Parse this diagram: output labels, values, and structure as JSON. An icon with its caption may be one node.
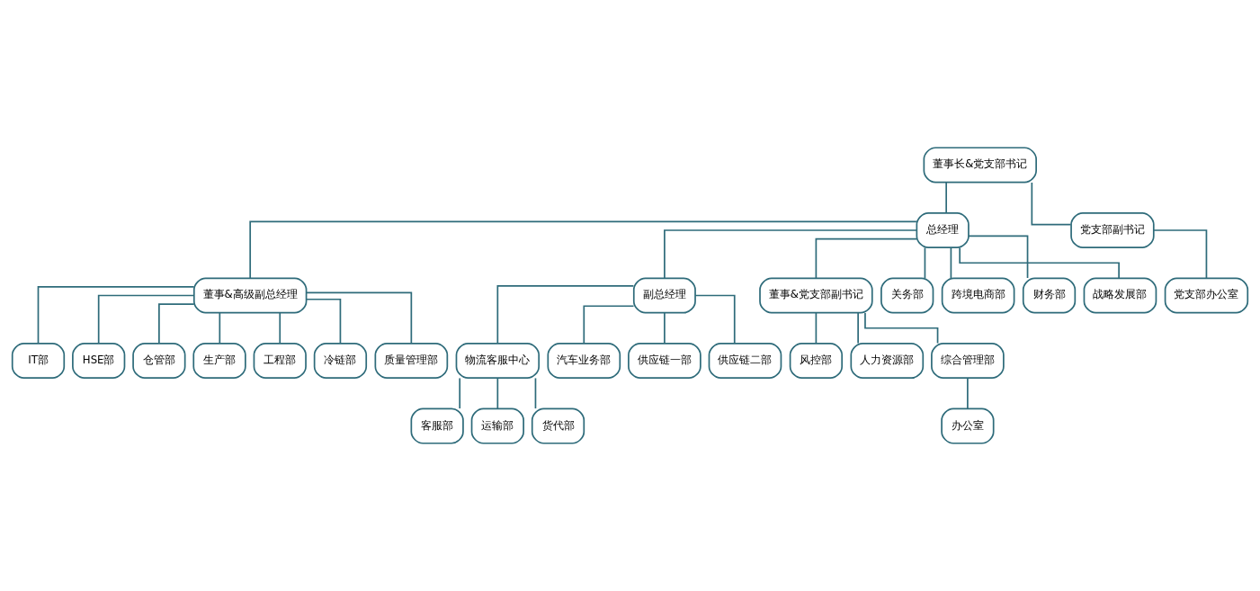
{
  "diagram": {
    "nodes": [
      {
        "text": [
          "董事长&党支部书记"
        ]
      },
      {
        "text": [
          "总经理"
        ]
      },
      {
        "text": [
          "董事&高级副总经理"
        ]
      },
      {
        "text": [
          "副总经理"
        ]
      },
      {
        "text": [
          "董事&党支部副书记"
        ]
      },
      {
        "text": [
          "党支部副书记"
        ]
      },
      {
        "text": [
          "IT部"
        ]
      },
      {
        "text": [
          "HSE部"
        ]
      },
      {
        "text": [
          "仓管部"
        ]
      },
      {
        "text": [
          "生产部"
        ]
      },
      {
        "text": [
          "工程部"
        ]
      },
      {
        "text": [
          "冷链部"
        ]
      },
      {
        "text": [
          "质量管理部"
        ]
      },
      {
        "text": [
          "物流客服中心"
        ]
      },
      {
        "text": [
          "汽车业务部"
        ]
      },
      {
        "text": [
          "供应链一部"
        ]
      },
      {
        "text": [
          "供应链二部"
        ]
      },
      {
        "text": [
          "风控部"
        ]
      },
      {
        "text": [
          "人力资源部"
        ]
      },
      {
        "text": [
          "综合管理部"
        ]
      },
      {
        "text": [
          "关务部"
        ]
      },
      {
        "text": [
          "跨境电商部"
        ]
      },
      {
        "text": [
          "财务部"
        ]
      },
      {
        "text": [
          "战略发展部"
        ]
      },
      {
        "text": [
          "党支部办公室"
        ]
      },
      {
        "text": [
          "客服部"
        ]
      },
      {
        "text": [
          "运输部"
        ]
      },
      {
        "text": [
          "货代部"
        ]
      },
      {
        "text": [
          "办公室"
        ]
      }
    ],
    "edges": [
      {
        "from": 0,
        "to": 1,
        "arrow": "none"
      },
      {
        "from": 0,
        "to": 5,
        "arrow": "none"
      },
      {
        "from": 1,
        "to": 2,
        "arrow": "none"
      },
      {
        "from": 1,
        "to": 3,
        "arrow": "none"
      },
      {
        "from": 1,
        "to": 4,
        "arrow": "none"
      },
      {
        "from": 1,
        "to": 20,
        "arrow": "none"
      },
      {
        "from": 1,
        "to": 21,
        "arrow": "none"
      },
      {
        "from": 1,
        "to": 22,
        "arrow": "none"
      },
      {
        "from": 1,
        "to": 23,
        "arrow": "none"
      },
      {
        "from": 2,
        "to": 6,
        "arrow": "none"
      },
      {
        "from": 2,
        "to": 7,
        "arrow": "none"
      },
      {
        "from": 2,
        "to": 8,
        "arrow": "none"
      },
      {
        "from": 2,
        "to": 9,
        "arrow": "none"
      },
      {
        "from": 2,
        "to": 10,
        "arrow": "none"
      },
      {
        "from": 2,
        "to": 11,
        "arrow": "none"
      },
      {
        "from": 2,
        "to": 12,
        "arrow": "none"
      },
      {
        "from": 3,
        "to": 13,
        "arrow": "none"
      },
      {
        "from": 3,
        "to": 14,
        "arrow": "none"
      },
      {
        "from": 3,
        "to": 15,
        "arrow": "none"
      },
      {
        "from": 3,
        "to": 16,
        "arrow": "none"
      },
      {
        "from": 4,
        "to": 17,
        "arrow": "none"
      },
      {
        "from": 4,
        "to": 18,
        "arrow": "none"
      },
      {
        "from": 4,
        "to": 19,
        "arrow": "none"
      },
      {
        "from": 5,
        "to": 24,
        "arrow": "none"
      },
      {
        "from": 13,
        "to": 25,
        "arrow": "none"
      },
      {
        "from": 13,
        "to": 26,
        "arrow": "none"
      },
      {
        "from": 13,
        "to": 27,
        "arrow": "none"
      },
      {
        "from": 19,
        "to": 28,
        "arrow": "none"
      }
    ]
  }
}
